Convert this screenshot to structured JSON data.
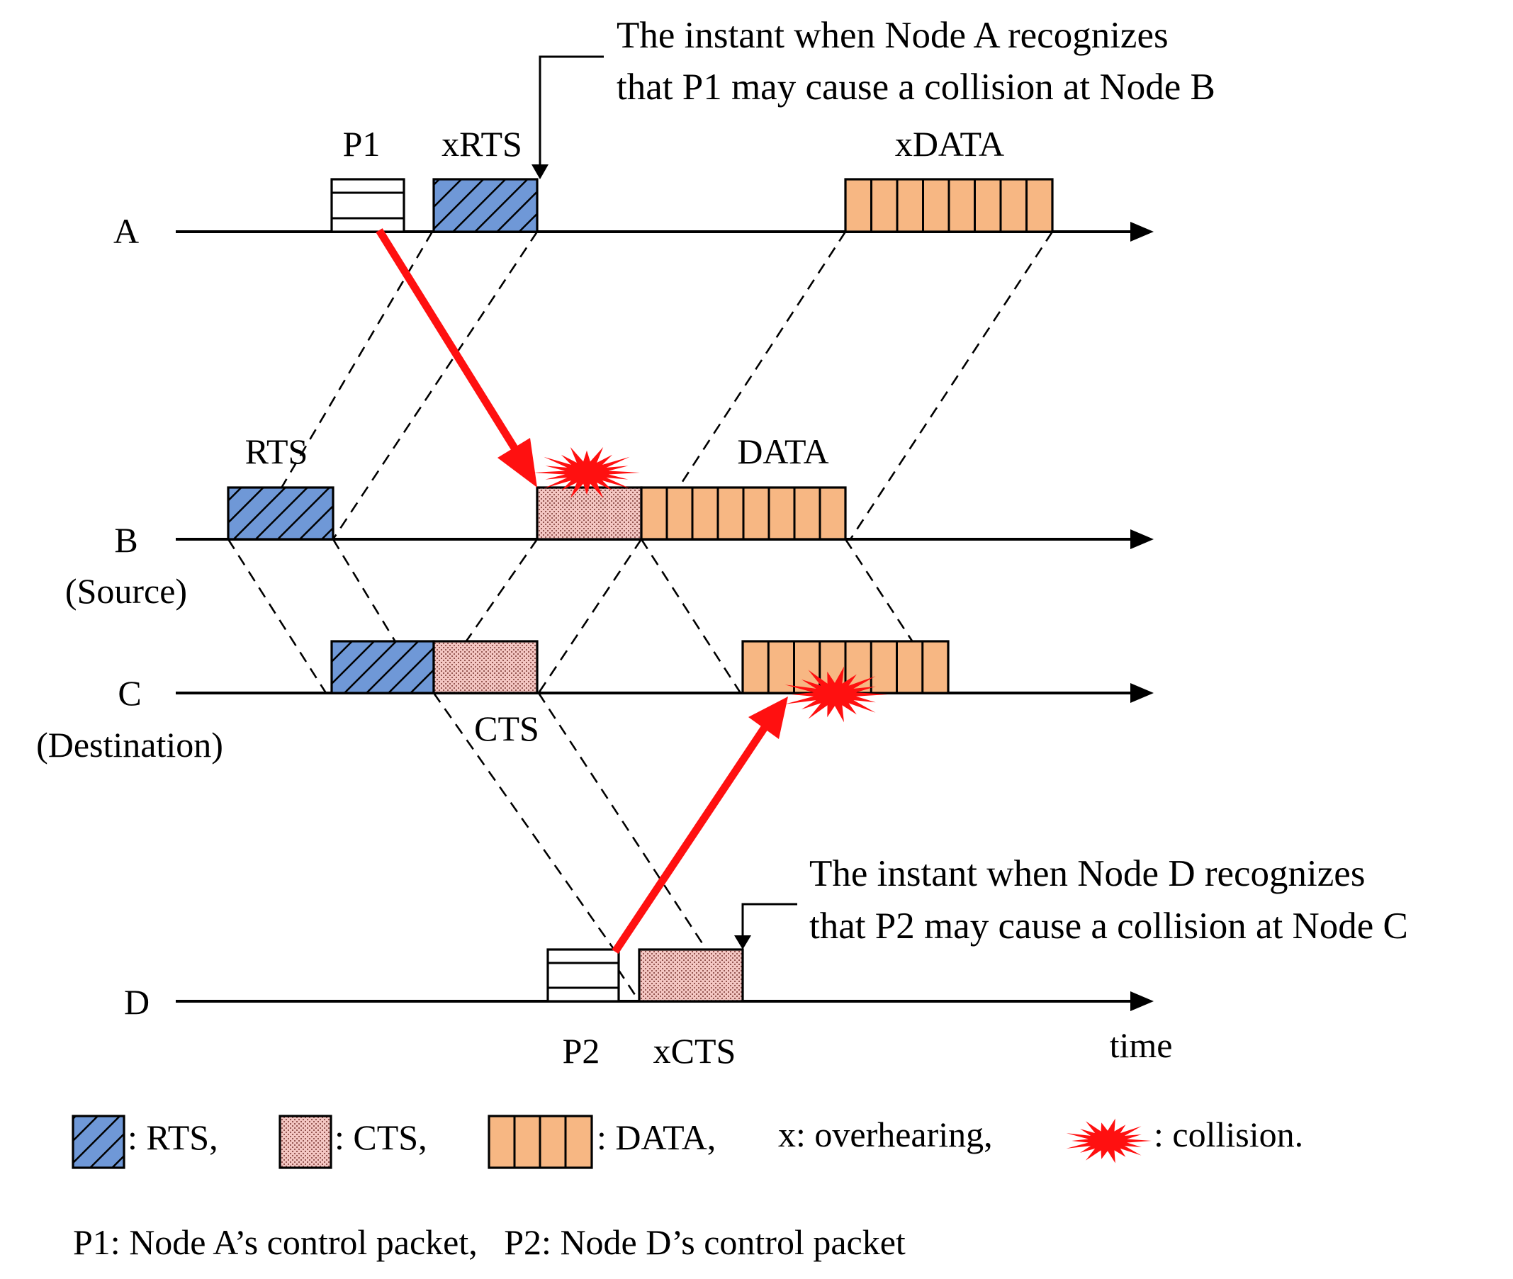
{
  "colors": {
    "rts": "#6f98d7",
    "cts": "#f4c7c3",
    "cts_dot": "#8a4a45",
    "data": "#f7b783",
    "collision": "#ff1010",
    "arrow": "#ff1010"
  },
  "nodes": {
    "a": {
      "name": "A"
    },
    "b": {
      "name": "B",
      "role": "(Source)"
    },
    "c": {
      "name": "C",
      "role": "(Destination)"
    },
    "d": {
      "name": "D"
    }
  },
  "axis_label": "time",
  "packets": {
    "p1": "P1",
    "xrts": "xRTS",
    "xdata": "xDATA",
    "rts": "RTS",
    "data": "DATA",
    "cts": "CTS",
    "p2": "P2",
    "xcts": "xCTS"
  },
  "annotations": {
    "node_a_line1": "The instant when Node A recognizes",
    "node_a_line2": "that P1 may cause a collision at Node B",
    "node_d_line1": "The instant when Node D recognizes",
    "node_d_line2": "that P2 may cause a collision at Node C"
  },
  "legend": {
    "rts": ": RTS,",
    "cts": ": CTS,",
    "data": ": DATA,",
    "overhearing": "x: overhearing,",
    "collision": ": collision."
  },
  "footnote": "P1: Node A’s control packet,   P2: Node D’s control packet"
}
